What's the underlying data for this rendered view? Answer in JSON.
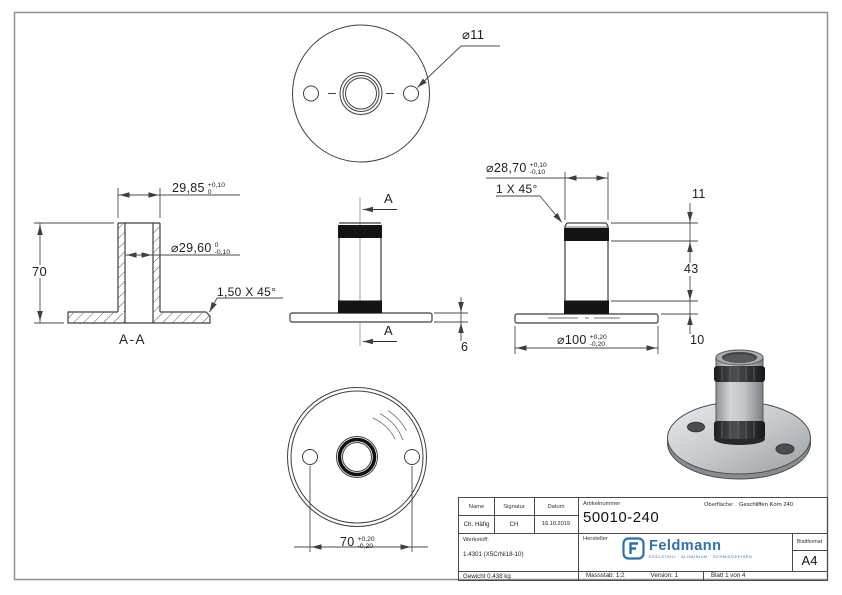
{
  "drawing": {
    "top_view": {
      "hole_dia_label": "⌀11"
    },
    "section_view": {
      "width_label": "29,85",
      "width_tol_up": "+0,10",
      "width_tol_dn": "0",
      "height_label": "70",
      "bore_label": "⌀29,60",
      "bore_tol_up": "0",
      "bore_tol_dn": "-0,10",
      "chamfer_label": "1,50 X 45°",
      "section_name": "A-A"
    },
    "front_view": {
      "section_letter_top": "A",
      "section_letter_bottom": "A",
      "plate_thickness_label": "6"
    },
    "side_view": {
      "post_dia_label": "⌀28,70",
      "post_dia_tol_up": "+0,10",
      "post_dia_tol_dn": "-0,10",
      "chamfer_label": "1 X 45°",
      "top_section_label": "11",
      "mid_section_label": "43",
      "bottom_section_label": "10",
      "plate_dia_label": "⌀100",
      "plate_dia_tol_up": "+0,20",
      "plate_dia_tol_dn": "-0,20"
    },
    "bottom_view": {
      "hole_spacing_label": "70",
      "spacing_tol_up": "+0,20",
      "spacing_tol_dn": "-0,20"
    }
  },
  "title_block": {
    "name_label": "Name",
    "signature_label": "Signatur",
    "date_label": "Datum",
    "name_value": "Ch. Häfig",
    "signature_value": "CH",
    "date_value": "16.10.2019",
    "article_label": "Artikelnummer",
    "article_number": "50010-240",
    "surface_label": "Oberfläche:",
    "surface_value": "Geschliffen Korn 240",
    "material_label": "Werkstoff:",
    "material_value": "1.4301 (X5CrNi18-10)",
    "manufacturer_label": "Hersteller",
    "logo_text": "Feldmann",
    "logo_tagline": "EDELSTAHL · ALUMINIUM · SCHMIEDEEISEN",
    "format_label": "Blattformat",
    "format_value": "A4",
    "weight_value": "Gewicht 0.438 kg",
    "scale_value": "Massstab: 1:2",
    "version_value": "Version: 1",
    "sheet_value": "Blatt 1 von 4"
  }
}
